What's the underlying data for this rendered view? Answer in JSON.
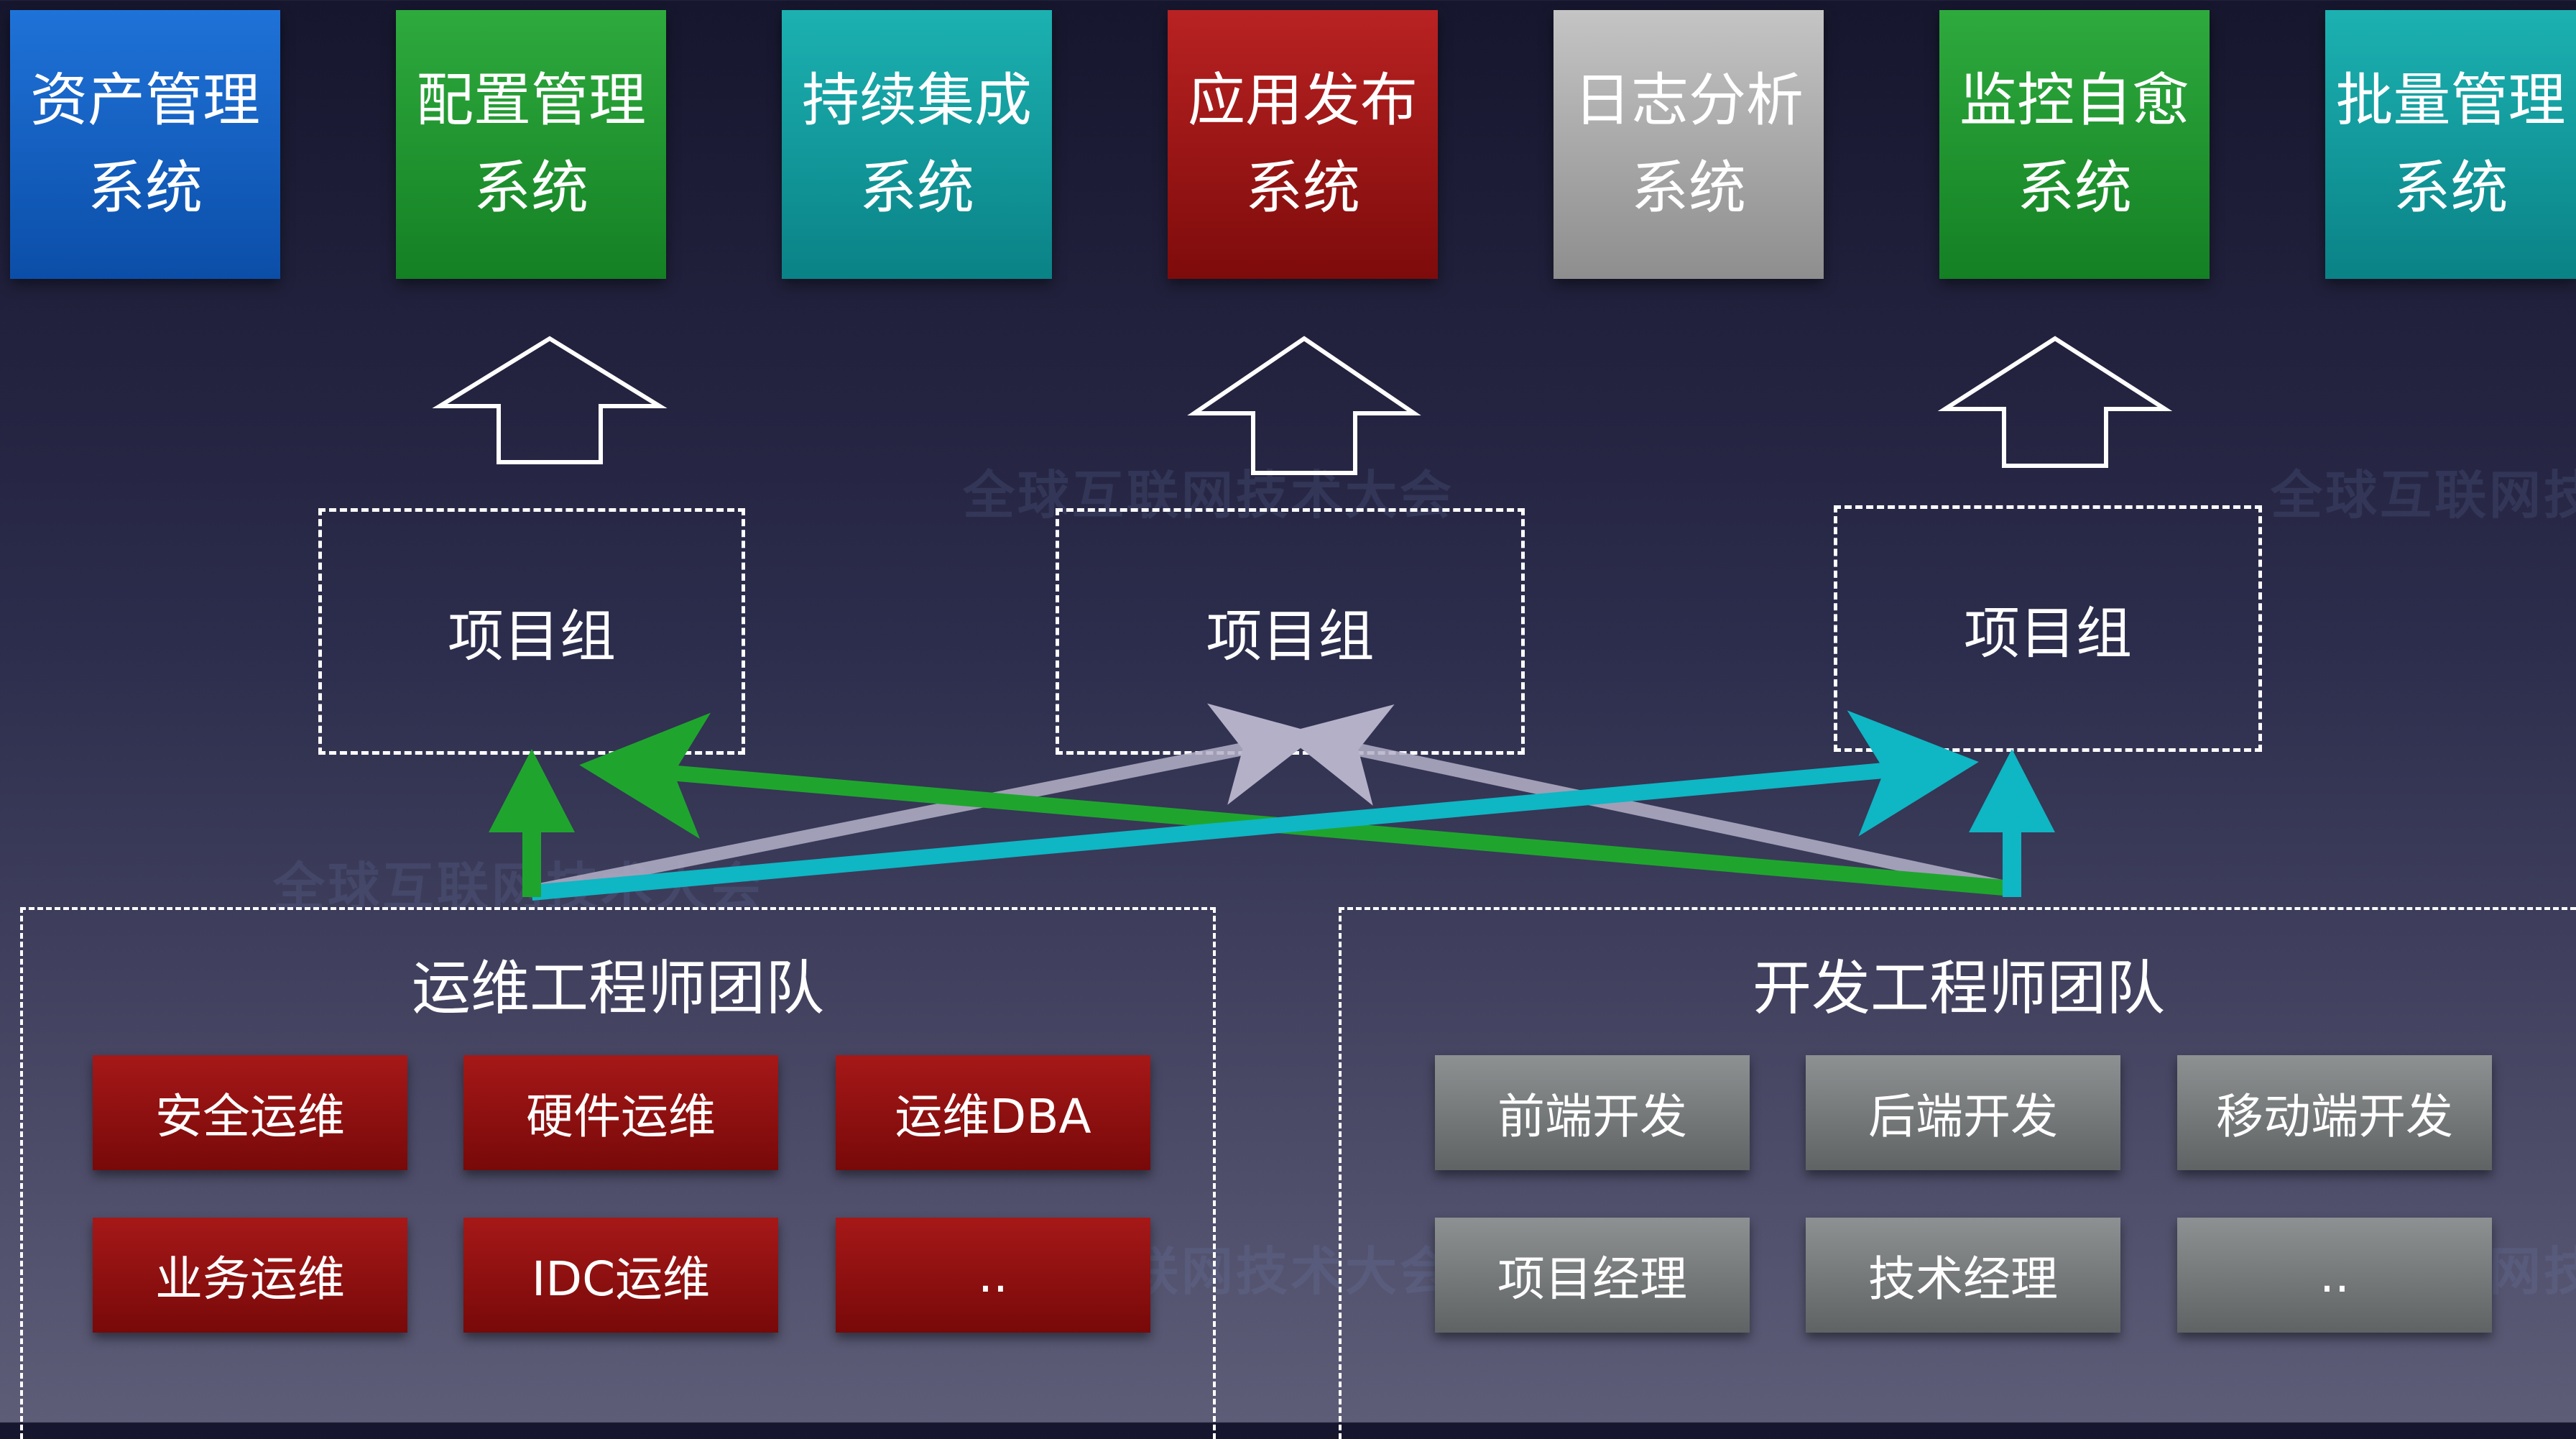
{
  "watermark": {
    "text": "全球互联网技术大会"
  },
  "systems": [
    {
      "line1": "资产管理",
      "line2": "系统",
      "color": "blue"
    },
    {
      "line1": "配置管理",
      "line2": "系统",
      "color": "green"
    },
    {
      "line1": "持续集成",
      "line2": "系统",
      "color": "teal"
    },
    {
      "line1": "应用发布",
      "line2": "系统",
      "color": "red"
    },
    {
      "line1": "日志分析",
      "line2": "系统",
      "color": "gray"
    },
    {
      "line1": "监控自愈",
      "line2": "系统",
      "color": "green"
    },
    {
      "line1": "批量管理",
      "line2": "系统",
      "color": "teal"
    }
  ],
  "project_groups": [
    {
      "label": "项目组"
    },
    {
      "label": "项目组"
    },
    {
      "label": "项目组"
    }
  ],
  "ops_team": {
    "title": "运维工程师团队",
    "roles": [
      "安全运维",
      "硬件运维",
      "运维DBA",
      "业务运维",
      "IDC运维",
      ".."
    ]
  },
  "dev_team": {
    "title": "开发工程师团队",
    "roles": [
      "前端开发",
      "后端开发",
      "移动端开发",
      "项目经理",
      "技术经理",
      ".."
    ]
  },
  "colors": {
    "blue": "#1667c9",
    "green": "#22a032",
    "teal": "#12a3a6",
    "red": "#9e1616",
    "gray": "#aaaaaa",
    "arrow_green": "#1fa52e",
    "arrow_teal": "#0fb6c4",
    "arrow_light": "#b4b0c8"
  }
}
